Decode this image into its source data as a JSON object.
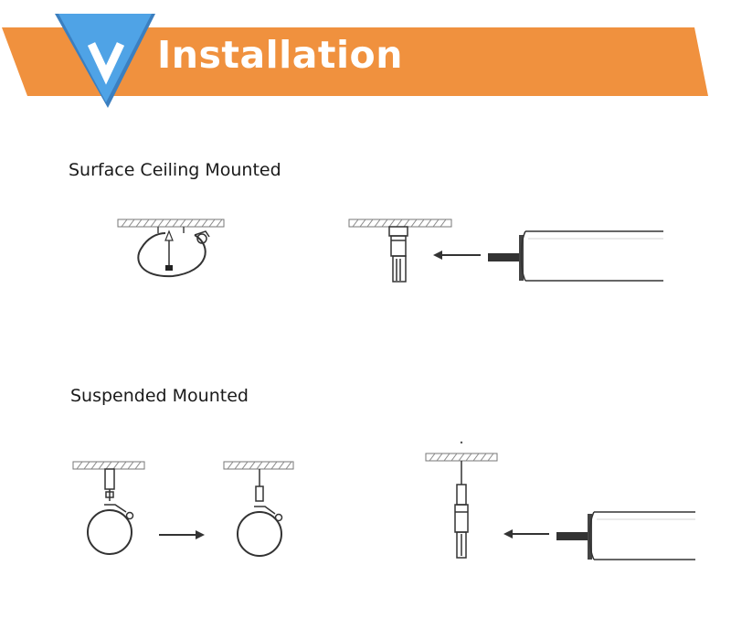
{
  "header": {
    "title": "Installation",
    "logo_icon": "v-triangle-logo-icon",
    "colors": {
      "banner": "#f0913e",
      "logo": "#4fa3e6",
      "logo_shadow": "#3b7fc0"
    }
  },
  "sections": {
    "surface": {
      "title": "Surface Ceiling Mounted"
    },
    "suspended": {
      "title": "Suspended Mounted"
    }
  }
}
